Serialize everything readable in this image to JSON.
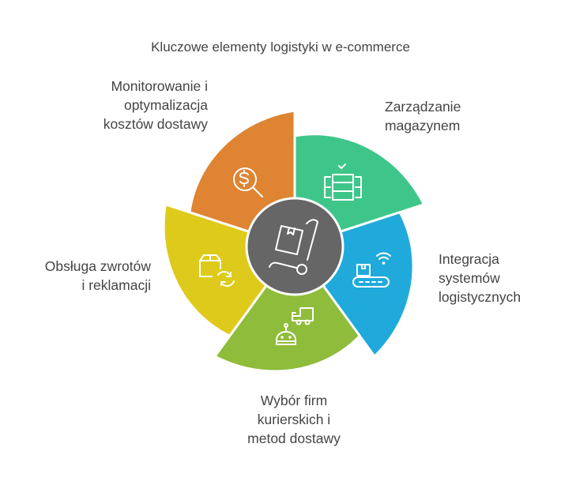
{
  "title": "Kluczowe elementy logistyki w e-commerce",
  "center": {
    "icon": "hand-truck-box-icon",
    "color": "#666666"
  },
  "segments": [
    {
      "id": "warehouse",
      "lines": [
        "Zarządzanie",
        "magazynem"
      ],
      "color": "#3EC68A",
      "icon": "warehouse-shelves-icon"
    },
    {
      "id": "integration",
      "lines": [
        "Integracja",
        "systemów",
        "logistycznych"
      ],
      "color": "#20AADB",
      "icon": "conveyor-wifi-icon"
    },
    {
      "id": "couriers",
      "lines": [
        "Wybór firm",
        "kurierskich i",
        "metod dostawy"
      ],
      "color": "#8FBC3A",
      "icon": "robot-truck-icon"
    },
    {
      "id": "returns",
      "lines": [
        "Obsługa zwrotów",
        "i reklamacji"
      ],
      "color": "#DECA1A",
      "icon": "box-refresh-icon"
    },
    {
      "id": "costs",
      "lines": [
        "Monitorowanie i",
        "optymalizacja",
        "kosztów dostawy"
      ],
      "color": "#DE8432",
      "icon": "dollar-search-icon"
    }
  ]
}
